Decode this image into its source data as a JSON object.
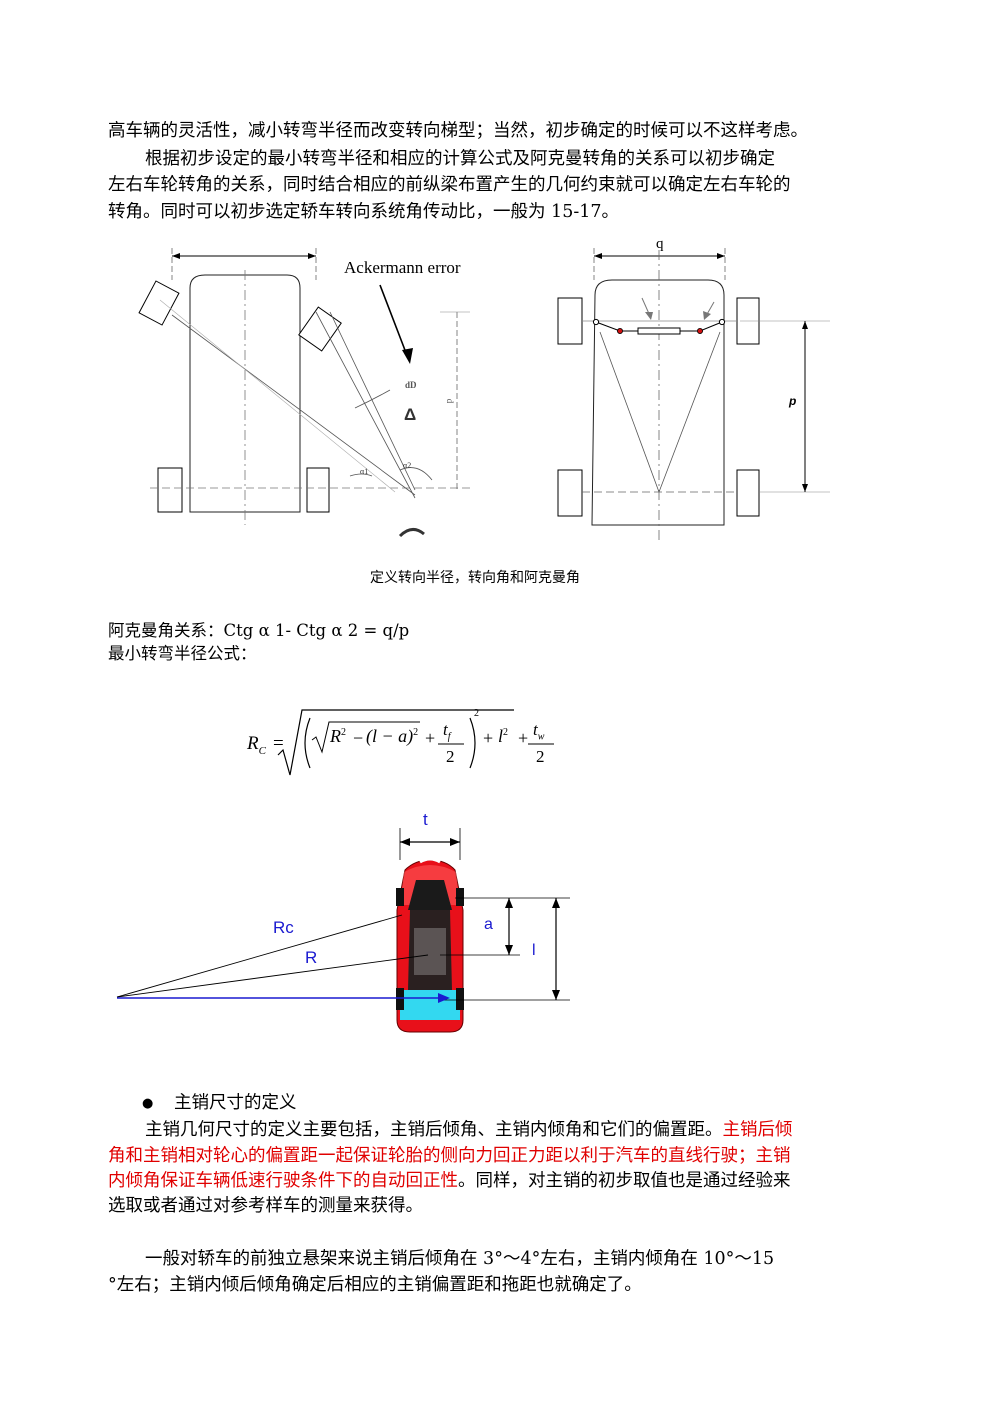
{
  "para1": {
    "line1": "高车辆的灵活性，减小转弯半径而改变转向梯型；当然，初步确定的时候可以不这样考虑。",
    "line2": "根据初步设定的最小转弯半径和相应的计算公式及阿克曼转角的关系可以初步确定",
    "line3": "左右车轮转角的关系，同时结合相应的前纵梁布置产生的几何约束就可以确定左右车轮的",
    "line4": "转角。同时可以初步选定轿车转向系统角传动比，一般为 15-17。"
  },
  "figure1": {
    "ackermann_label": "Ackermann error",
    "dD_label": "dD",
    "delta_label": "Δ",
    "p_label_left": "p",
    "alpha1_label": "α1",
    "alpha2_label": "α2",
    "q_label": "q",
    "p_label_right": "p",
    "caption": "定义转向半径，转向角和阿克曼角"
  },
  "formulas": {
    "ackermann_relation": "阿克曼角关系：Ctg α 1- Ctg  α 2 = q/p",
    "min_radius_title": "最小转弯半径公式："
  },
  "equation": {
    "lhs": "R",
    "lhs_sub": "C",
    "R": "R",
    "paren": "(l − a)",
    "tf": "t",
    "tf_sub": "f",
    "two": "2",
    "l": "l",
    "tw": "t",
    "tw_sub": "w"
  },
  "figure2": {
    "t_label": "t",
    "a_label": "a",
    "l_label": "l",
    "Rc_label": "Rc",
    "R_label": "R"
  },
  "section": {
    "bullet": "●",
    "title": "主销尺寸的定义",
    "p1_l1_black": "主销几何尺寸的定义主要包括，主销后倾角、主销内倾角和它们的偏置距。",
    "p1_l1_red": "主销后倾",
    "p1_l2_red": "角和主销相对轮心的偏置距一起保证轮胎的侧向力回正力距以利于汽车的直线行驶；主销",
    "p1_l3_red": "内倾角保证车辆低速行驶条件下的自动回正性",
    "p1_l3_black": "。同样，对主销的初步取值也是通过经验来",
    "p1_l4": "选取或者通过对参考样车的测量来获得。",
    "p2_l1": "一般对轿车的前独立悬架来说主销后倾角在 3°～4°左右，主销内倾角在 10°～15",
    "p2_l2": "°左右；主销内倾后倾角确定后相应的主销偏置距和拖距也就确定了。"
  },
  "colors": {
    "highlight_red": "#e00000",
    "car_red": "#e8101a",
    "car_cyan": "#33d8f0",
    "arrow_blue": "#1a1ad0"
  }
}
